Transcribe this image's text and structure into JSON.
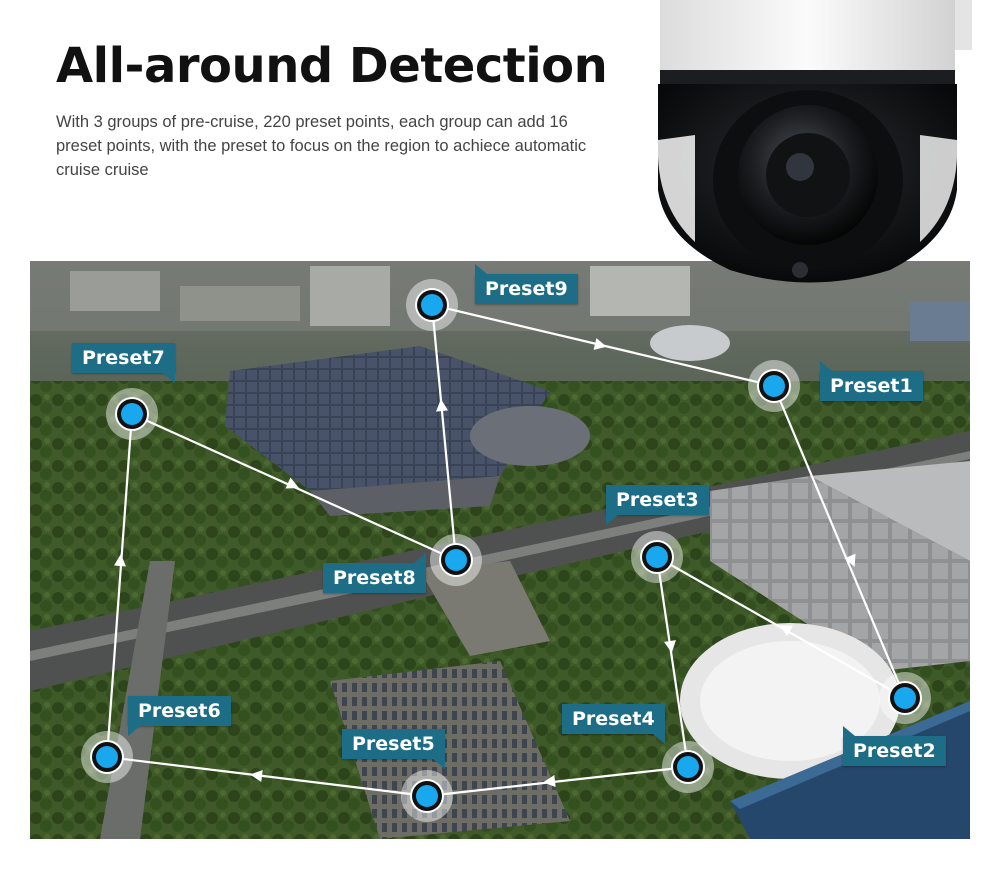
{
  "header": {
    "title": "All-around Detection",
    "description": "With 3 groups of pre-cruise, 220 preset points, each group can add 16 preset points, with the preset to focus  on the region to achiece automatic cruise cruise"
  },
  "presets": [
    {
      "label": "Preset1"
    },
    {
      "label": "Preset2"
    },
    {
      "label": "Preset3"
    },
    {
      "label": "Preset4"
    },
    {
      "label": "Preset5"
    },
    {
      "label": "Preset6"
    },
    {
      "label": "Preset7"
    },
    {
      "label": "Preset8"
    },
    {
      "label": "Preset9"
    }
  ],
  "colors": {
    "label_bg": "#1d6d86",
    "marker_fill": "#19a7ee",
    "route_line": "#ffffff",
    "camera_body": "#f2f2f2",
    "camera_dome": "#121416"
  }
}
